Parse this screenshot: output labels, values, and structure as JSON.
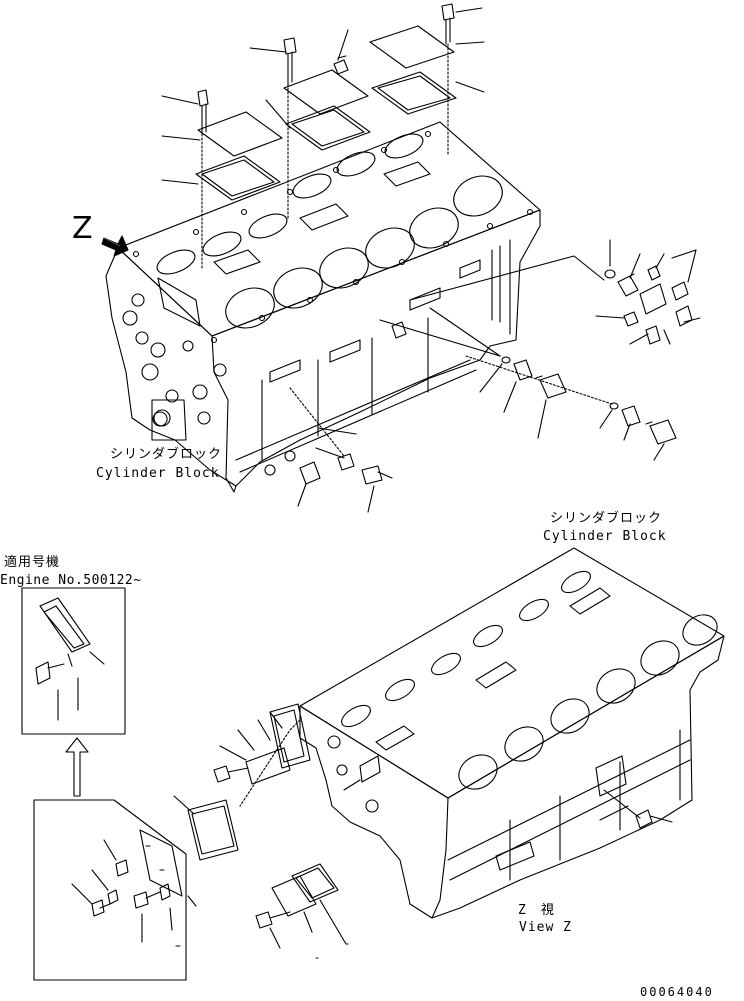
{
  "labels": {
    "view_marker": "Z",
    "block1_jp": "シリンダブロック",
    "block1_en": "Cylinder Block",
    "block2_jp": "シリンダブロック",
    "block2_en": "Cylinder Block",
    "applicable_jp": "適用号機",
    "engine_no": "Engine No.500122~",
    "view_jp": "Z　視",
    "view_en": "View Z",
    "drawing_number": "00064040"
  }
}
